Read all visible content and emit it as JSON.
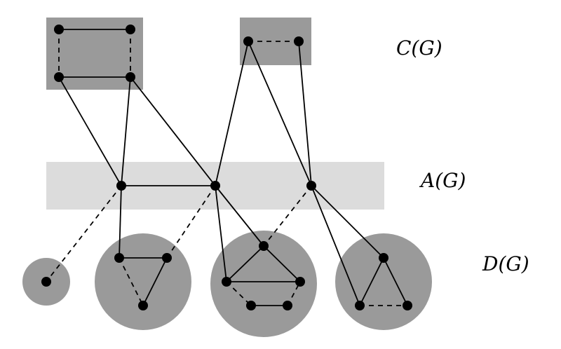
{
  "labels": {
    "c": "C(G)",
    "a": "A(G)",
    "d": "D(G)"
  },
  "colors": {
    "dark_region": "#9a9a9a",
    "light_band": "#dcdcdc",
    "ink": "#000000"
  },
  "graph": {
    "vertices": [
      "c1",
      "c2",
      "c3",
      "c4",
      "c5",
      "c6",
      "a1",
      "a2",
      "a3",
      "d1",
      "d2",
      "d3",
      "d4",
      "d5",
      "d6",
      "d7",
      "d8",
      "d9",
      "d10",
      "d11",
      "d12"
    ],
    "edges": [
      {
        "from": "c1",
        "to": "c2",
        "style": "solid"
      },
      {
        "from": "c1",
        "to": "c3",
        "style": "dashed"
      },
      {
        "from": "c2",
        "to": "c4",
        "style": "dashed"
      },
      {
        "from": "c3",
        "to": "c4",
        "style": "solid"
      },
      {
        "from": "c5",
        "to": "c6",
        "style": "dashed"
      },
      {
        "from": "c3",
        "to": "a1",
        "style": "solid"
      },
      {
        "from": "c4",
        "to": "a1",
        "style": "solid"
      },
      {
        "from": "c4",
        "to": "a2",
        "style": "solid"
      },
      {
        "from": "c5",
        "to": "a2",
        "style": "solid"
      },
      {
        "from": "c5",
        "to": "a3",
        "style": "solid"
      },
      {
        "from": "c6",
        "to": "a3",
        "style": "solid"
      },
      {
        "from": "a1",
        "to": "a2",
        "style": "solid"
      },
      {
        "from": "a1",
        "to": "d1",
        "style": "dashed"
      },
      {
        "from": "a1",
        "to": "d2",
        "style": "solid"
      },
      {
        "from": "d2",
        "to": "d3",
        "style": "solid"
      },
      {
        "from": "d2",
        "to": "d4",
        "style": "dashed"
      },
      {
        "from": "d3",
        "to": "d4",
        "style": "solid"
      },
      {
        "from": "a2",
        "to": "d3",
        "style": "dashed"
      },
      {
        "from": "a2",
        "to": "d5",
        "style": "solid"
      },
      {
        "from": "a2",
        "to": "d6",
        "style": "solid"
      },
      {
        "from": "d5",
        "to": "d6",
        "style": "solid"
      },
      {
        "from": "d5",
        "to": "d7",
        "style": "solid"
      },
      {
        "from": "d6",
        "to": "d7",
        "style": "solid"
      },
      {
        "from": "d6",
        "to": "d8",
        "style": "dashed"
      },
      {
        "from": "d8",
        "to": "d9",
        "style": "solid"
      },
      {
        "from": "d9",
        "to": "d7",
        "style": "dashed"
      },
      {
        "from": "a3",
        "to": "d5",
        "style": "dashed"
      },
      {
        "from": "a3",
        "to": "d10",
        "style": "solid"
      },
      {
        "from": "a3",
        "to": "d11",
        "style": "solid"
      },
      {
        "from": "d10",
        "to": "d11",
        "style": "solid"
      },
      {
        "from": "d10",
        "to": "d12",
        "style": "solid"
      },
      {
        "from": "d11",
        "to": "d12",
        "style": "dashed"
      }
    ]
  }
}
